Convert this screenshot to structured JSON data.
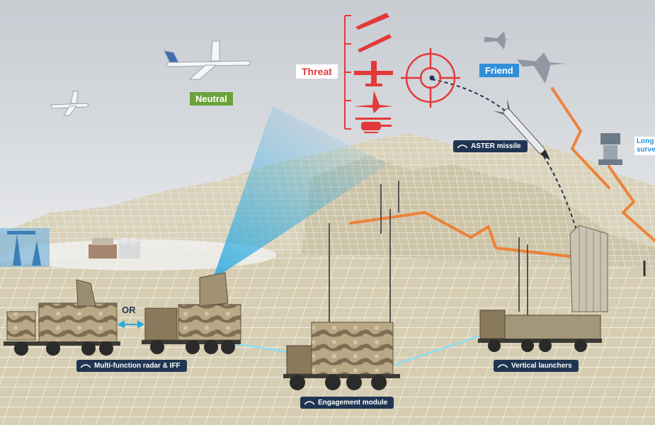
{
  "labels": {
    "threat": "Threat",
    "friend": "Friend",
    "neutral": "Neutral",
    "or": "OR",
    "aster_missile": "ASTER missile",
    "multi_function_radar": "Multi-function radar & IFF",
    "engagement_module": "Engagement module",
    "vertical_launchers": "Vertical launchers",
    "long_range_surveillance": "Long\nsurve"
  },
  "colors": {
    "threat": "#e23a3a",
    "friend": "#2f8fd8",
    "neutral": "#6aa33a",
    "pill_bg": "#1f3552",
    "jamming": "#f07a2a",
    "radar_beam": "#2aa9e0",
    "terrain": "#d8d0b6"
  },
  "icons": [
    "threat-missile-icon",
    "threat-cruise-missile-icon",
    "threat-drone-icon",
    "threat-fighter-icon",
    "threat-helicopter-icon",
    "target-reticle-icon",
    "aster-logo-icon"
  ]
}
